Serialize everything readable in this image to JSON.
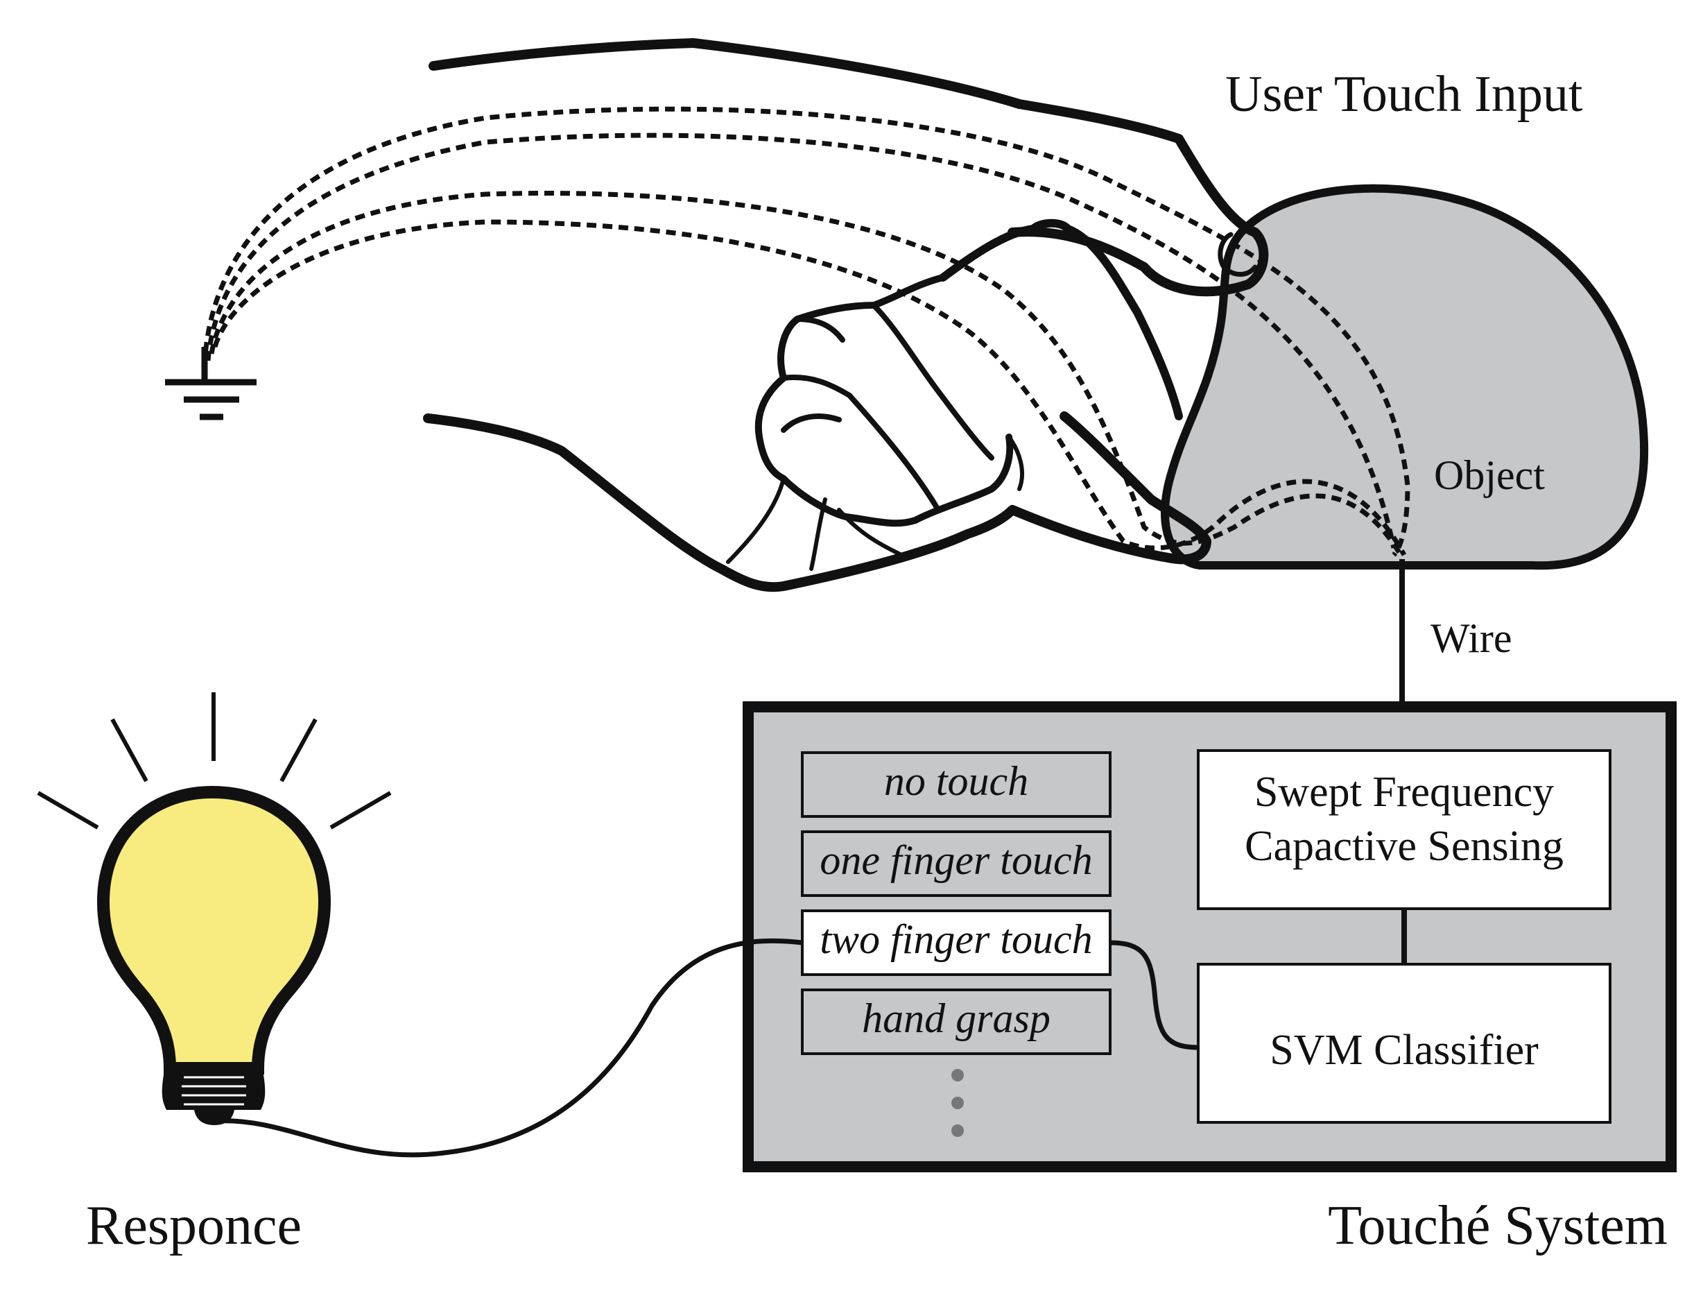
{
  "labels": {
    "user_touch_input": "User Touch Input",
    "object": "Object",
    "wire": "Wire",
    "responce": "Responce",
    "touche_system": "Touché System"
  },
  "blocks": {
    "sensing_line1": "Swept Frequency",
    "sensing_line2": "Capactive Sensing",
    "classifier": "SVM Classifier"
  },
  "gestures": [
    {
      "label": "no touch",
      "selected": false
    },
    {
      "label": "one finger touch",
      "selected": false
    },
    {
      "label": "two finger touch",
      "selected": true
    },
    {
      "label": "hand grasp",
      "selected": false
    }
  ],
  "colors": {
    "object_fill": "#c6c7c9",
    "system_fill": "#c6c7c9",
    "gesture_fill": "#c6c7c9",
    "gesture_selected_fill": "#ffffff",
    "bulb_fill": "#f8ec80",
    "stroke": "#111111",
    "dots": "#777777"
  },
  "icons": [
    "hand-icon",
    "ground-icon",
    "lightbulb-icon",
    "light-ray-icon"
  ]
}
